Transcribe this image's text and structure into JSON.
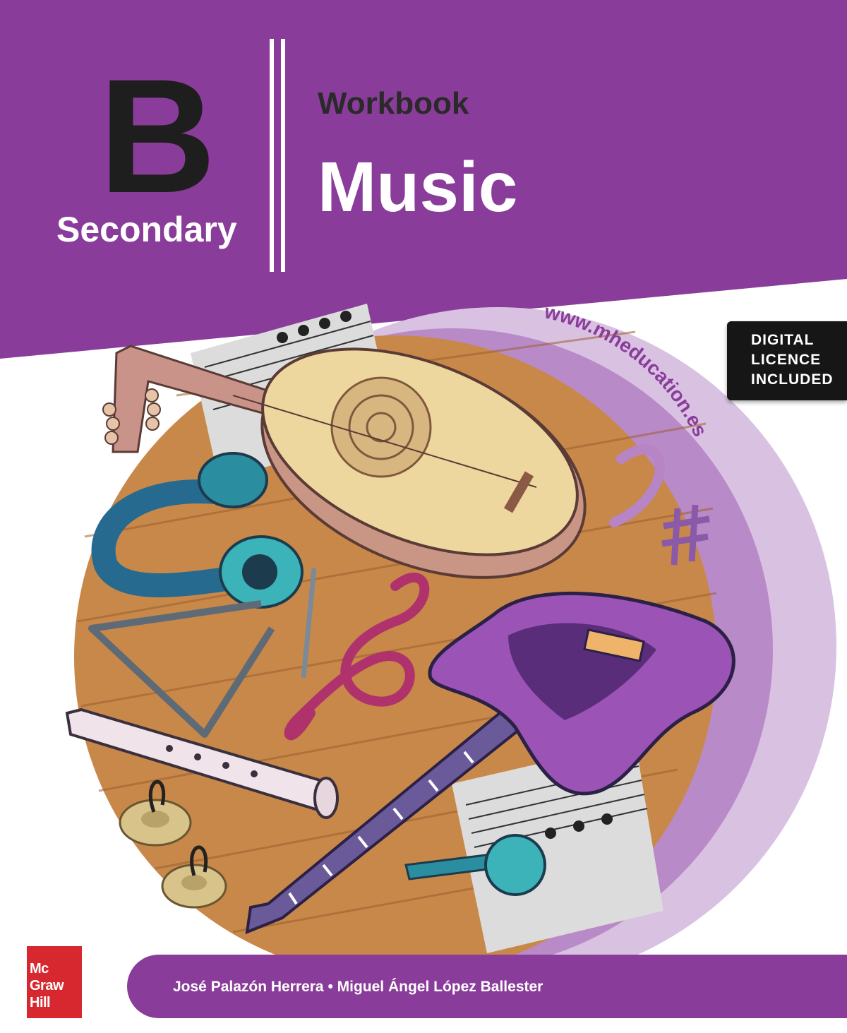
{
  "cover": {
    "level_letter": "B",
    "level_name": "Secondary",
    "type_label": "Workbook",
    "subject": "Music",
    "website": "www.mheducation.es",
    "badge": [
      "DIGITAL",
      "LICENCE",
      "INCLUDED"
    ],
    "authors": "José Palazón Herrera • Miguel Ángel López Ballester",
    "publisher_logo": [
      "Mc",
      "Graw",
      "Hill"
    ]
  },
  "colors": {
    "primary_purple": "#8a3c9a",
    "light_purple": "#c9a6d4",
    "wood": "#c8884a",
    "dark_text": "#1e1e1e",
    "publisher_red": "#d7282f"
  },
  "icons": [
    "lute-icon",
    "headphones-icon",
    "triangle-icon",
    "recorder-icon",
    "finger-cymbals-icon",
    "electric-guitar-icon",
    "microphone-icon",
    "treble-clef-icon",
    "bass-clef-icon",
    "sharp-icon",
    "sheet-music-icon"
  ]
}
